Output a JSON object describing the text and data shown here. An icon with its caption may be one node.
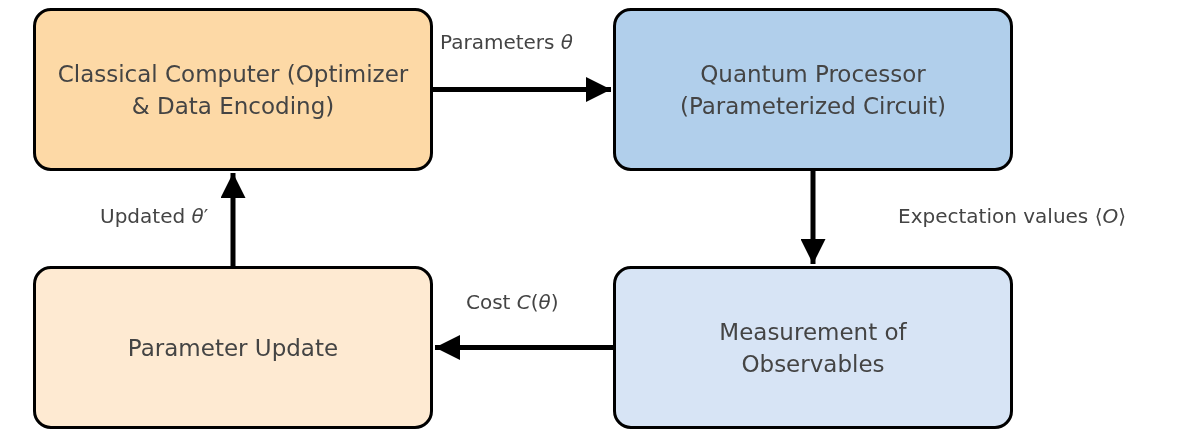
{
  "diagram": {
    "nodes": [
      {
        "text": [
          "Classical Computer (Optimizer & Data Encoding)"
        ]
      },
      {
        "text": [
          "Quantum Processor (Parameterized Circuit)"
        ]
      },
      {
        "text": [
          "Measurement of Observables"
        ]
      },
      {
        "text": [
          "Parameter Update"
        ]
      }
    ],
    "edges": [
      {
        "from": 0,
        "to": 1,
        "arrow": "to",
        "label": "Parameters *θ*"
      },
      {
        "from": 1,
        "to": 2,
        "arrow": "to",
        "label": "Expectation values ⟨*O*⟩"
      },
      {
        "from": 2,
        "to": 3,
        "arrow": "to",
        "label": "Cost *C*(*θ*)"
      },
      {
        "from": 3,
        "to": 0,
        "arrow": "to",
        "label": "Updated *θ*′"
      }
    ]
  }
}
